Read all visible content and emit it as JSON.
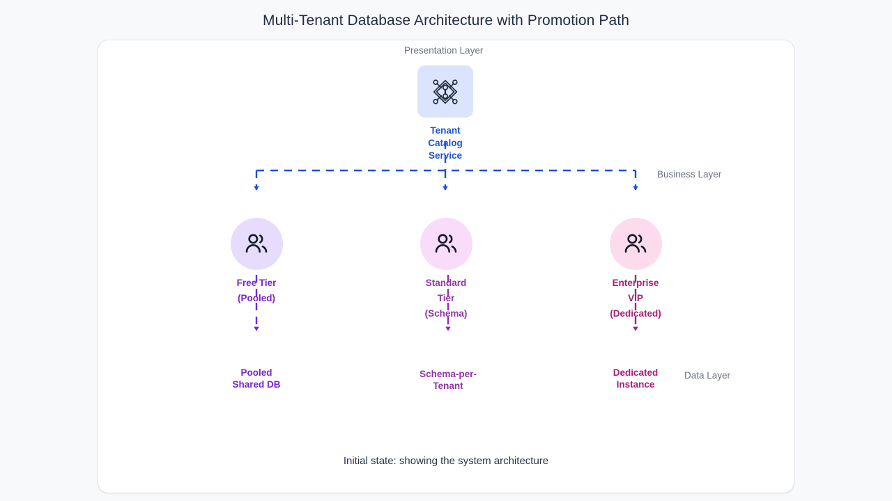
{
  "page": {
    "title": "Multi-Tenant Database Architecture with Promotion Path",
    "background": "#f8f9fb",
    "caption": "Initial state: showing the system architecture"
  },
  "layers": {
    "presentation": {
      "label": "Presentation Layer",
      "color": "#6b7280"
    },
    "business": {
      "label": "Business Layer",
      "color": "#6b7280"
    },
    "data": {
      "label": "Data Layer",
      "color": "#6b7280"
    }
  },
  "service_node": {
    "label": "Tenant Catalog\nService",
    "icon": "network-topology-icon",
    "text_color": "#1853dc",
    "box_color": "#dbe4fd",
    "icon_stroke": "#1f2937"
  },
  "tiers": [
    {
      "id": "free-tier",
      "label": "Free Tier\n(Pooled)",
      "icon": "users-icon",
      "circle_color": "#e5ddfb",
      "text_color": "#7c22ce",
      "connector_color": "#6d28d9"
    },
    {
      "id": "standard-tier",
      "label": "Standard Tier\n(Schema)",
      "icon": "users-icon",
      "circle_color": "#f8dcfa",
      "text_color": "#9333a8",
      "connector_color": "#9b2bb0"
    },
    {
      "id": "enterprise-vip",
      "label": "Enterprise VIP\n(Dedicated)",
      "icon": "users-icon",
      "circle_color": "#fcdcec",
      "text_color": "#a81e78",
      "connector_color": "#a81e78"
    }
  ],
  "data_nodes": [
    {
      "id": "pooled-shared-db",
      "label": "Pooled\nShared DB",
      "text_color": "#7c22ce"
    },
    {
      "id": "schema-per-tenant",
      "label": "Schema-per-\nTenant",
      "text_color": "#9333a8"
    },
    {
      "id": "dedicated-instance",
      "label": "Dedicated\nInstance",
      "text_color": "#a81e78"
    }
  ],
  "connectors": {
    "bus_color": "#1d4ed8",
    "style": "dashed"
  }
}
